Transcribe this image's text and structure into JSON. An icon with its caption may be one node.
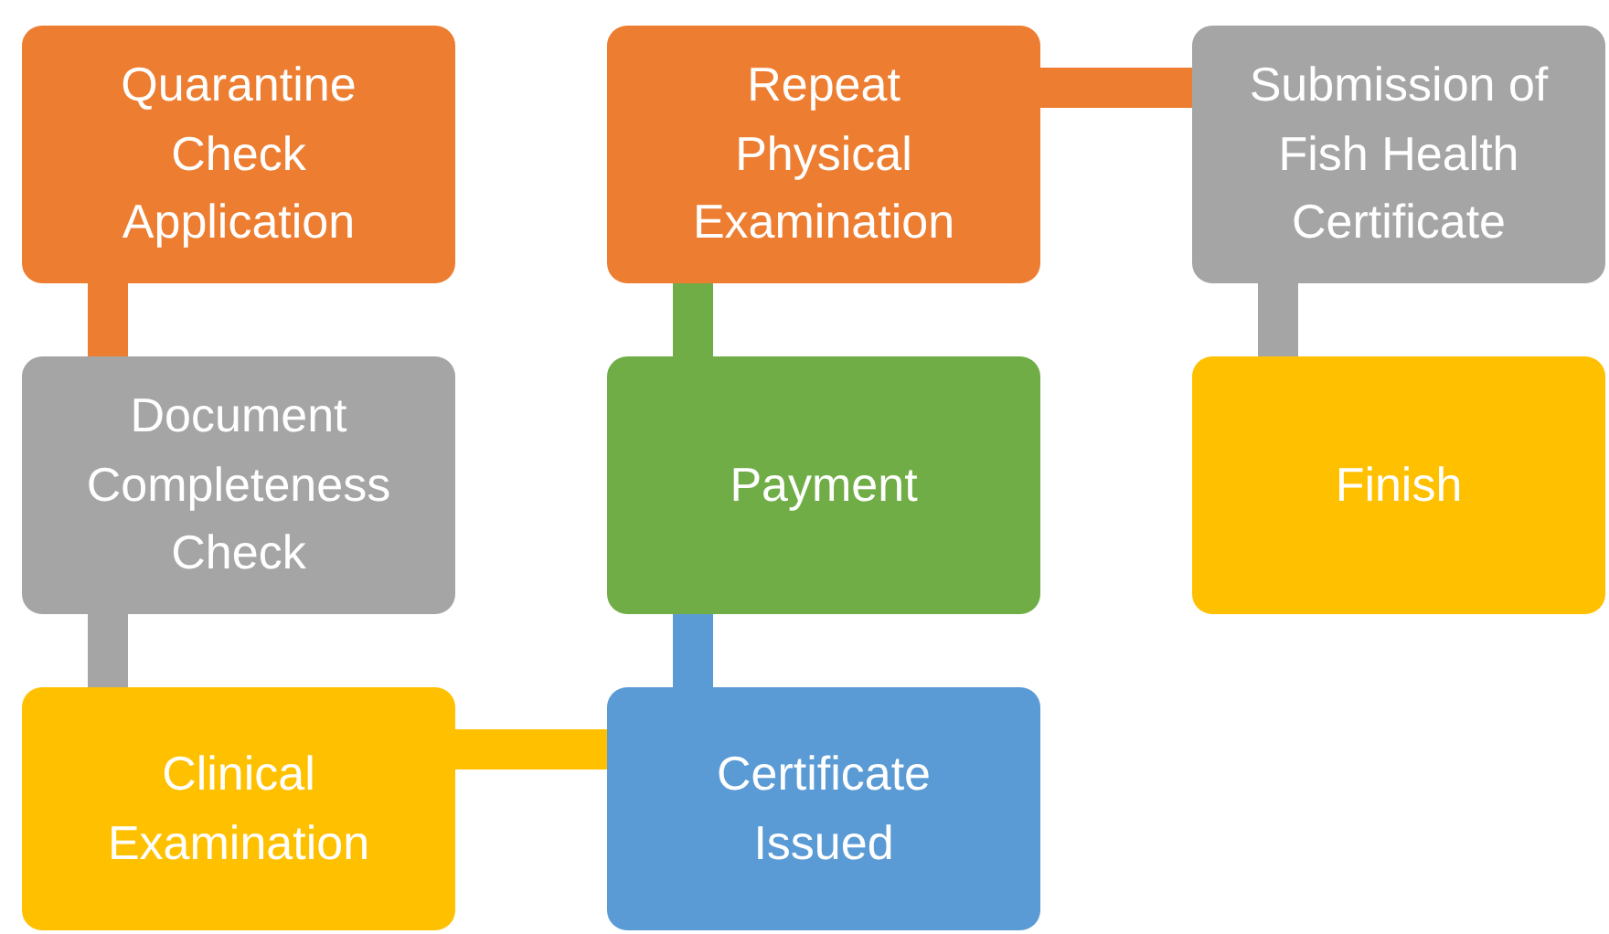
{
  "diagram": {
    "nodes": [
      {
        "text": [
          "Quarantine Check Application"
        ]
      },
      {
        "text": [
          "Document Completeness Check"
        ]
      },
      {
        "text": [
          "Clinical Examination"
        ]
      },
      {
        "text": [
          "Certificate Issued"
        ]
      },
      {
        "text": [
          "Payment"
        ]
      },
      {
        "text": [
          "Repeat Physical Examination"
        ]
      },
      {
        "text": [
          "Submission of Fish Health Certificate"
        ]
      },
      {
        "text": [
          "Finish"
        ]
      }
    ],
    "edges": [
      {
        "from": 0,
        "to": 1,
        "arrow": "none",
        "color": "#ed7d31"
      },
      {
        "from": 1,
        "to": 2,
        "arrow": "none",
        "color": "#a5a5a5"
      },
      {
        "from": 2,
        "to": 3,
        "arrow": "none",
        "color": "#ffc000"
      },
      {
        "from": 3,
        "to": 4,
        "arrow": "none",
        "color": "#5b9bd5"
      },
      {
        "from": 4,
        "to": 5,
        "arrow": "none",
        "color": "#70ad47"
      },
      {
        "from": 5,
        "to": 6,
        "arrow": "none",
        "color": "#ed7d31"
      },
      {
        "from": 6,
        "to": 7,
        "arrow": "none",
        "color": "#a5a5a5"
      }
    ]
  }
}
